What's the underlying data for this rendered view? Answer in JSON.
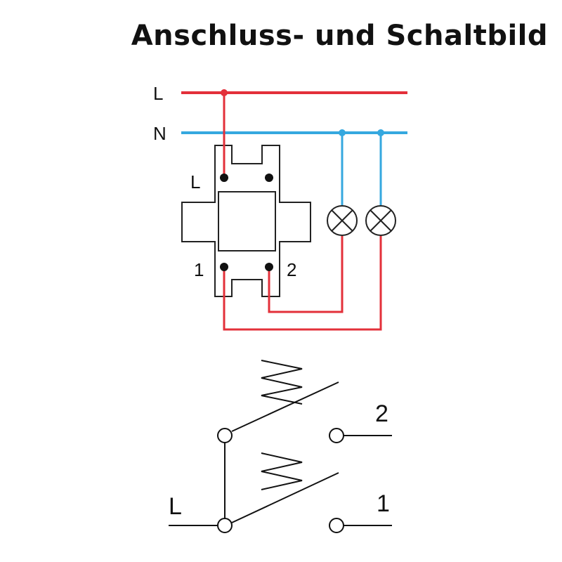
{
  "title": "Anschluss- und Schaltbild",
  "wiring": {
    "line_label": "L",
    "neutral_label": "N",
    "terminal_l_label": "L",
    "terminal_1_label": "1",
    "terminal_2_label": "2",
    "line_color": "#e3303a",
    "neutral_color": "#35a8df",
    "outline_color": "#222222"
  },
  "schematic": {
    "input_label": "L",
    "output_2_label": "2",
    "output_1_label": "1"
  }
}
